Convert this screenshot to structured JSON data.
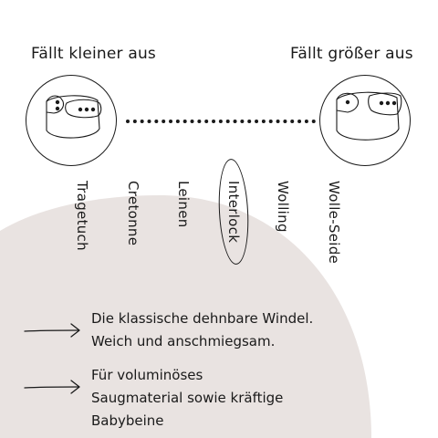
{
  "headings": {
    "left": "Fällt kleiner aus",
    "right": "Fällt größer aus"
  },
  "icons": {
    "left": "diaper-small-icon",
    "right": "diaper-large-icon",
    "arrow": "arrow-right-icon"
  },
  "colors": {
    "blob": "#e9e3e1",
    "ink": "#1a1a1a"
  },
  "fabrics": [
    "Tragetuch",
    "Cretonne",
    "Leinen",
    "Interlock",
    "Wolling",
    "Wolle-Seide"
  ],
  "highlighted_fabric": "Interlock",
  "descriptions": [
    [
      "Die klassische dehnbare Windel.",
      "Weich und anschmiegsam."
    ],
    [
      "Für voluminöses",
      "Saugmaterial sowie kräftige",
      "Babybeine"
    ]
  ]
}
